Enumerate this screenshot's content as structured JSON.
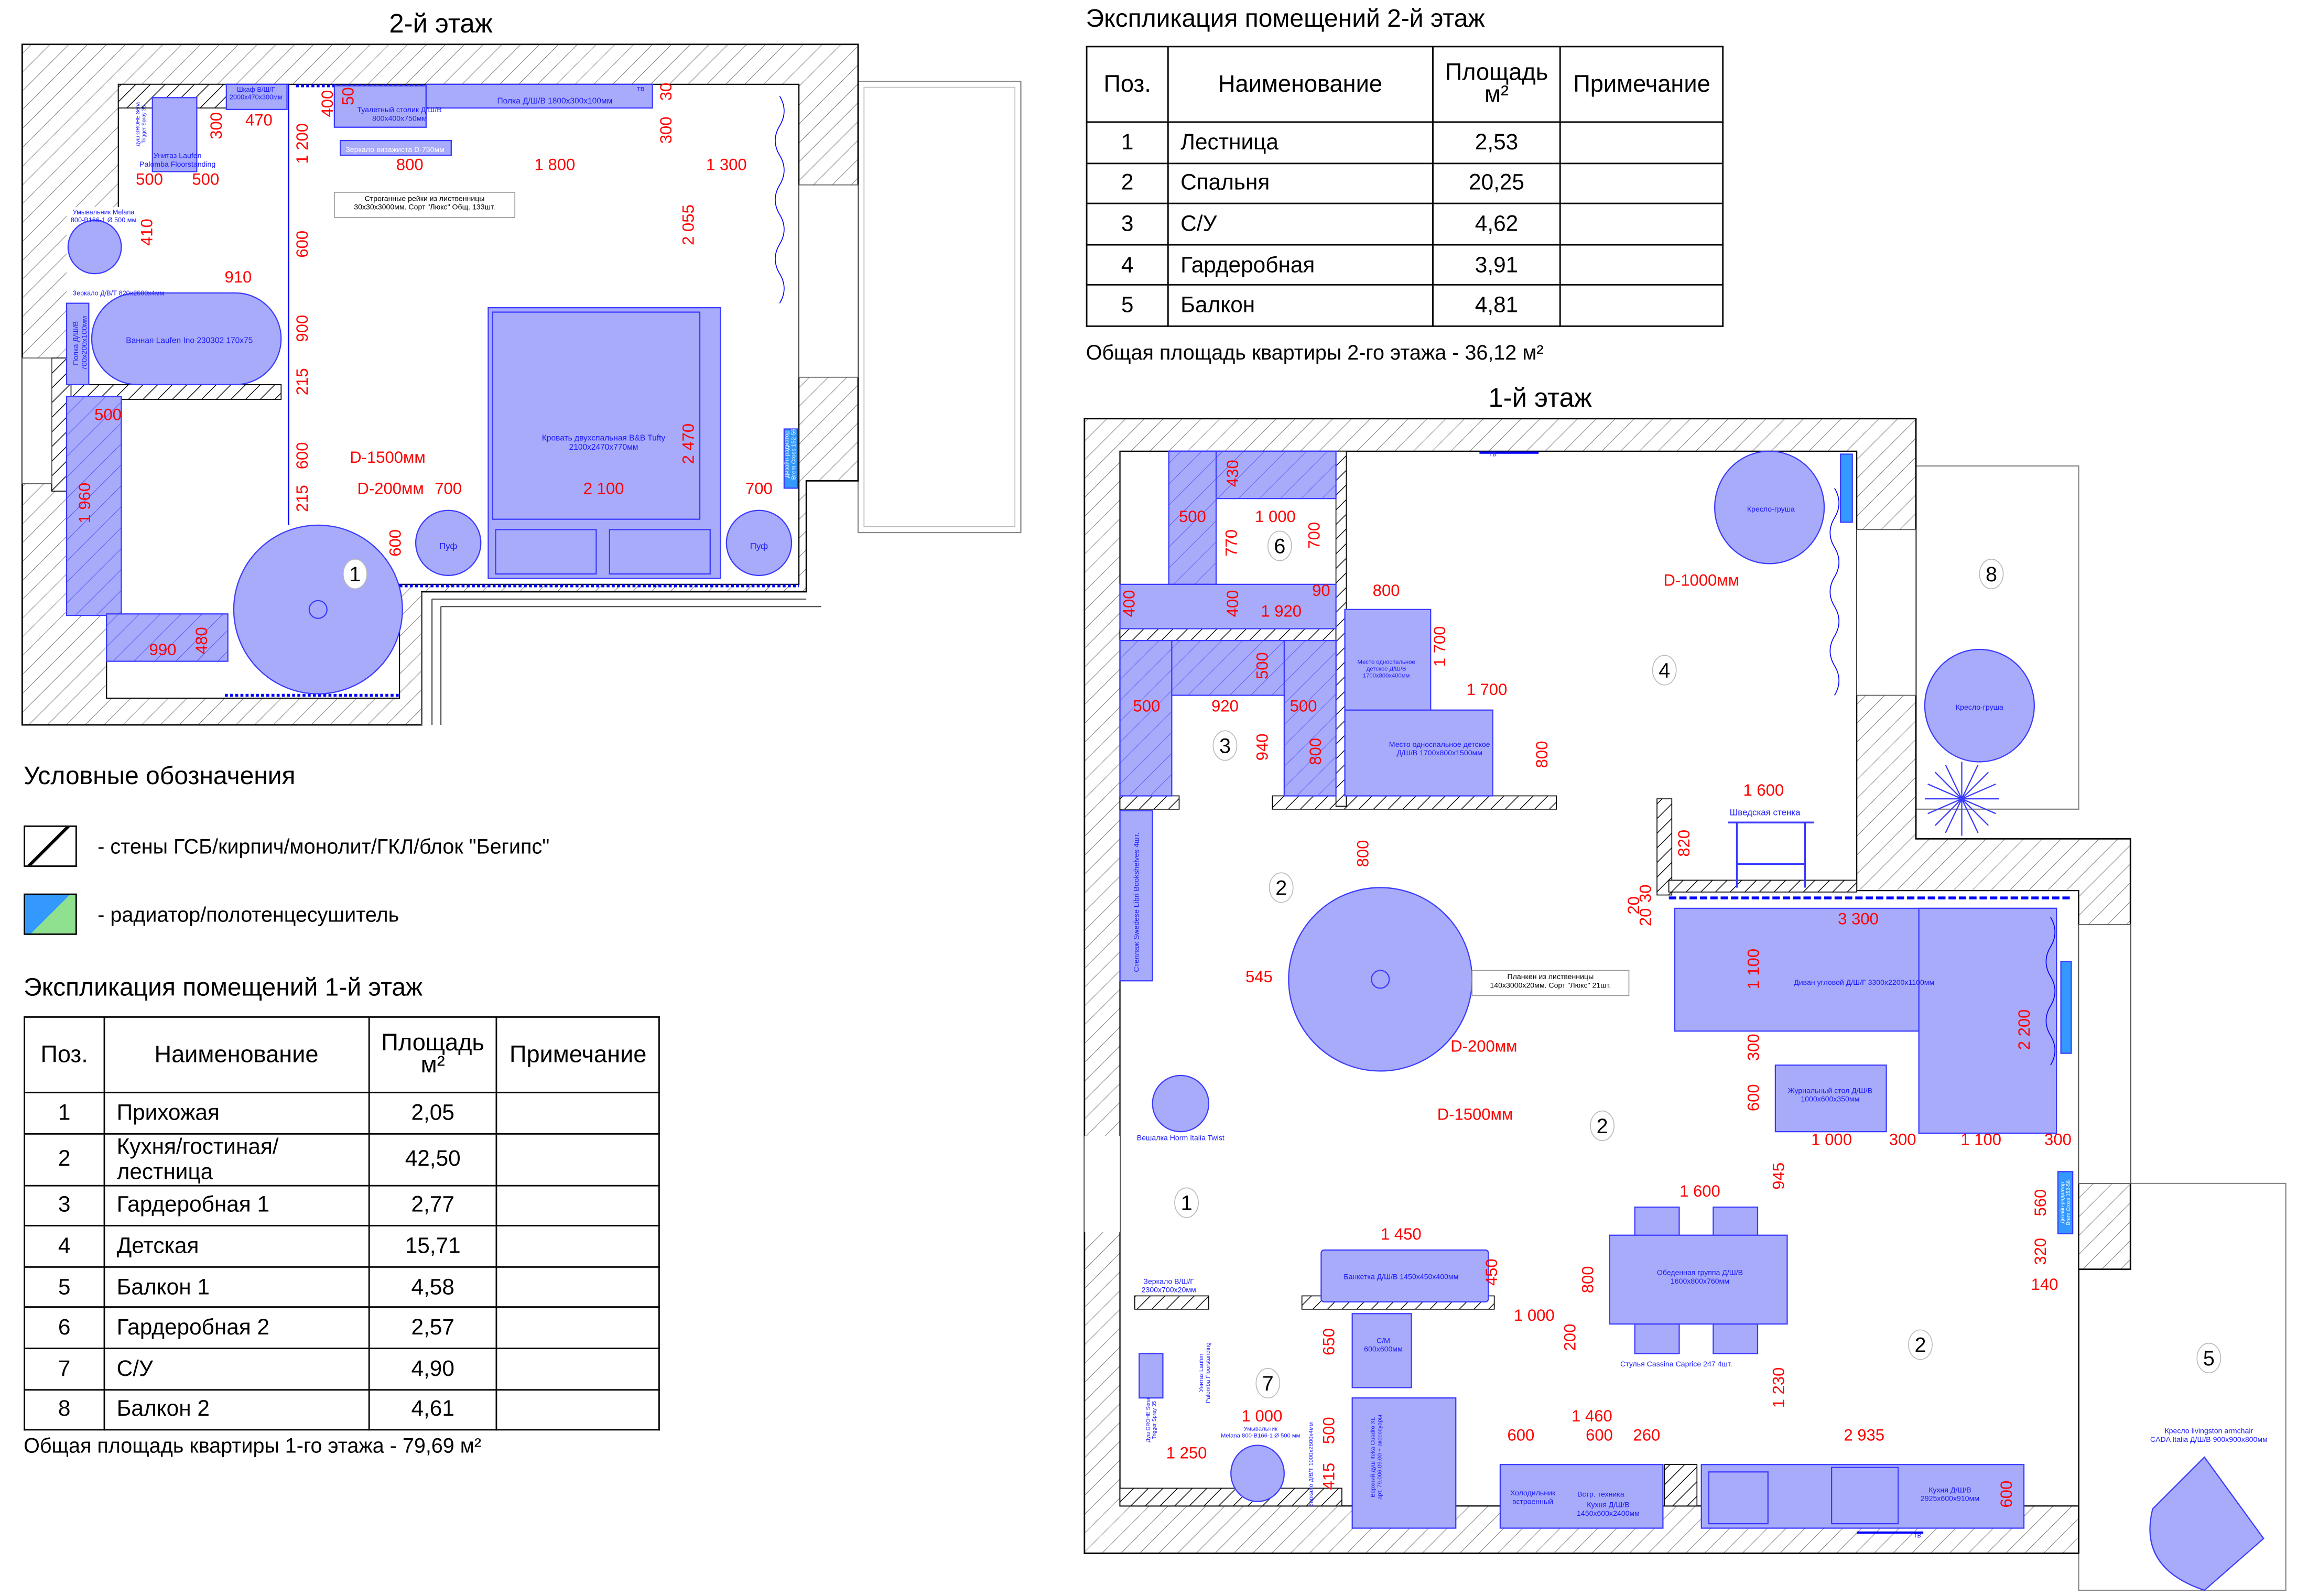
{
  "colors": {
    "furniture": "#a8aafa",
    "furniture_stroke": "#3a3aff",
    "dimension": "#ff0000",
    "radiator": "#3399ff",
    "wall": "#000000"
  },
  "floor2": {
    "title": "2-й этаж",
    "rooms": [
      "1"
    ],
    "dims": [
      "50",
      "400",
      "1 200",
      "300",
      "470",
      "800",
      "1 800",
      "1 300",
      "30",
      "300",
      "500",
      "500",
      "410",
      "2 055",
      "600",
      "910",
      "900",
      "215",
      "500",
      "2 470",
      "600",
      "1 960",
      "215",
      "D-1500мм",
      "D-200мм",
      "700",
      "2 100",
      "700",
      "600",
      "990",
      "480"
    ],
    "labels": [
      [
        "Шкаф В/Ш/Г",
        "2000х470х300мм"
      ],
      [
        "Туалетный столик Д/Ш/В",
        "800х400х750мм"
      ],
      [
        "Полка Д/Ш/В 1800х300х100мм"
      ],
      [
        "Зеркало визажиста D-750мм"
      ],
      [
        "Унитаз Laufen",
        "Palomba Floorstanding"
      ],
      [
        "Душ GROHE Sena",
        "Trigger Spray 35"
      ],
      [
        "Умывальник Melana",
        "800-B166-1 Ø 500 мм"
      ],
      [
        "Зеркало Д/В/Т 820х2600х4мм"
      ],
      [
        "Ванная Laufen Ino 230302 170x75"
      ],
      [
        "Полка Д/Ш/В",
        "700х200х100мм"
      ],
      [
        "Строганные рейки из лиственницы",
        "30х30х3000мм. Сорт \"Люкс\" Общ. 133шт."
      ],
      [
        "Кровать двухспальная B&B Tufty",
        "2100х2470х770мм"
      ],
      [
        "Пуф"
      ],
      [
        "Пуф"
      ],
      [
        "Дизайн-радиатор",
        "Brem Cross 152-56"
      ],
      [
        "ТВ"
      ]
    ]
  },
  "floor1": {
    "title": "1-й этаж",
    "rooms": [
      "6",
      "3",
      "4",
      "8",
      "2",
      "2",
      "1",
      "7",
      "2",
      "5"
    ],
    "dims": [
      "430",
      "500",
      "1 000",
      "770",
      "700",
      "400",
      "400",
      "1 920",
      "90",
      "800",
      "1 700",
      "1 700",
      "500",
      "500",
      "920",
      "500",
      "940",
      "800",
      "800",
      "D-1000мм",
      "1 600",
      "820",
      "800",
      "30",
      "20",
      "20",
      "3 300",
      "1 100",
      "545",
      "2 200",
      "300",
      "D-200мм",
      "600",
      "D-1500мм",
      "1 000",
      "300",
      "1 100",
      "300",
      "945",
      "1 600",
      "560",
      "1 450",
      "320",
      "450",
      "800",
      "140",
      "1 000",
      "650",
      "200",
      "1 230",
      "1 000",
      "1 460",
      "500",
      "600",
      "600",
      "260",
      "2 935",
      "1 250",
      "415",
      "600"
    ],
    "labels": [
      [
        "Место односпальное",
        "детское Д/Ш/В",
        "1700х800х400мм"
      ],
      [
        "Место односпальное детское",
        "Д/Ш/В 1700х800х1500мм"
      ],
      [
        "Кресло-груша"
      ],
      [
        "Кресло-груша"
      ],
      [
        "Шведская стенка"
      ],
      [
        "Стеллаж Swedese Libri Bookshelves 4шт."
      ],
      [
        "Диван угловой Д/Ш/Г 3300х2200х1100мм"
      ],
      [
        "Планкен из лиственницы",
        "140х3000х20мм. Сорт \"Люкс\" 21шт."
      ],
      [
        "Журнальный стол Д/Ш/В",
        "1000х600х350мм"
      ],
      [
        "Вешалка Horm Italia Twist"
      ],
      [
        "Банкетка Д/Ш/В 1450х450х400мм"
      ],
      [
        "Обеденная группа Д/Ш/В",
        "1600х800х760мм"
      ],
      [
        "Зеркало В/Ш/Г",
        "2300х700х20мм"
      ],
      [
        "С/М",
        "600х600мм"
      ],
      [
        "Стулья Cassina Caprice 247 4шт."
      ],
      [
        "Унитаз Laufen",
        "Palomba Floorstanding"
      ],
      [
        "Умывальник",
        "Melana 800-B166-1 Ø 500 мм"
      ],
      [
        "Зеркало Д/В/Т 1000х2600х4мм"
      ],
      [
        "Верхний душ Iteka Cuadro XL",
        "арт. 79.006.09.00 + аксессуары"
      ],
      [
        "Кресло livingston armchair",
        "CADA Italia Д/Ш/В 900х900х800мм"
      ],
      [
        "Холодильник",
        "встроенный"
      ],
      [
        "Встр. техника"
      ],
      [
        "Кухня Д/Ш/В",
        "1450х600х2400мм"
      ],
      [
        "Кухня Д/Ш/В",
        "2925х600х910мм"
      ],
      [
        "ТВ"
      ],
      [
        "ТВ"
      ],
      [
        "Дизайн-радиатор",
        "Brem Cross 152-56"
      ],
      [
        "Душ GROHE Sena",
        "Trigger Spray 35"
      ]
    ]
  },
  "legend": {
    "title": "Условные обозначения",
    "items": [
      {
        "icon": "wall-hatch-icon",
        "text": "-  стены ГСБ/кирпич/монолит/ГКЛ/блок \"Бегипс\""
      },
      {
        "icon": "radiator-icon",
        "text": "-  радиатор/полотенцесушитель"
      }
    ]
  },
  "table1": {
    "title": "Экспликация помещений 1-й этаж",
    "headers": [
      "Поз.",
      "Наименование",
      "Площадь\nм²",
      "Примечание"
    ],
    "rows": [
      [
        "1",
        "Прихожая",
        "2,05",
        ""
      ],
      [
        "2",
        "Кухня/гостиная/лестница",
        "42,50",
        ""
      ],
      [
        "3",
        "Гардеробная 1",
        "2,77",
        ""
      ],
      [
        "4",
        "Детская",
        "15,71",
        ""
      ],
      [
        "5",
        "Балкон 1",
        "4,58",
        ""
      ],
      [
        "6",
        "Гардеробная 2",
        "2,57",
        ""
      ],
      [
        "7",
        "С/У",
        "4,90",
        ""
      ],
      [
        "8",
        "Балкон 2",
        "4,61",
        ""
      ]
    ],
    "total": "Общая площадь квартиры 1-го этажа - 79,69 м²"
  },
  "table2": {
    "title": "Экспликация помещений 2-й этаж",
    "headers": [
      "Поз.",
      "Наименование",
      "Площадь\nм²",
      "Примечание"
    ],
    "rows": [
      [
        "1",
        "Лестница",
        "2,53",
        ""
      ],
      [
        "2",
        "Спальня",
        "20,25",
        ""
      ],
      [
        "3",
        "С/У",
        "4,62",
        ""
      ],
      [
        "4",
        "Гардеробная",
        "3,91",
        ""
      ],
      [
        "5",
        "Балкон",
        "4,81",
        ""
      ]
    ],
    "total": "Общая площадь квартиры 2-го этажа - 36,12 м²"
  }
}
